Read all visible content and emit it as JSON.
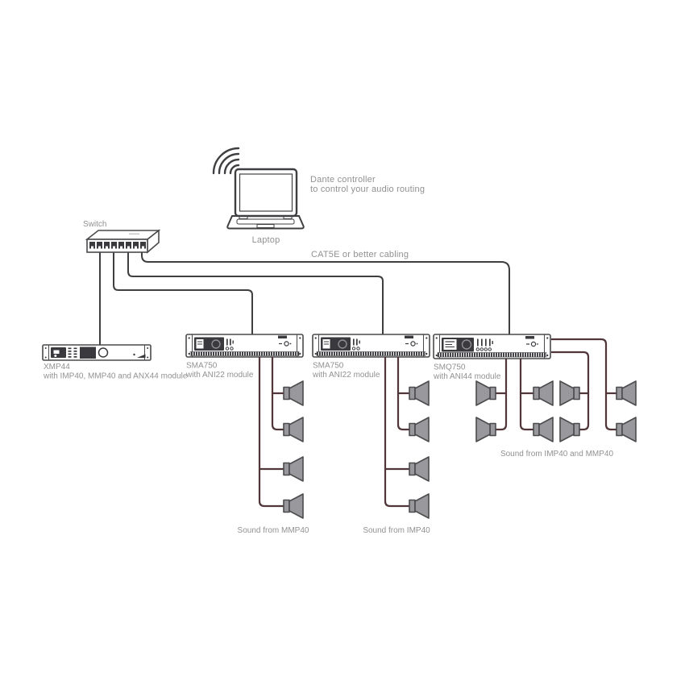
{
  "labels": {
    "switch": "Switch",
    "laptop": "Laptop",
    "controller_line1": "Dante controller",
    "controller_line2": "to control your audio routing",
    "cabling": "CAT5E or better cabling"
  },
  "devices": {
    "xmp44": {
      "name": "XMP44",
      "sub": "with IMP40, MMP40 and ANX44 module"
    },
    "sma750_left": {
      "name": "SMA750",
      "sub": "with ANI22 module"
    },
    "sma750_mid": {
      "name": "SMA750",
      "sub": "with ANI22 module"
    },
    "smq750": {
      "name": "SMQ750",
      "sub": "with ANI44 module"
    }
  },
  "speaker_groups": {
    "left": {
      "caption": "Sound from MMP40",
      "speaker_count": 4
    },
    "mid": {
      "caption": "Sound from IMP40",
      "speaker_count": 4
    },
    "right": {
      "caption": "Sound from IMP40 and MMP40",
      "speaker_count": 8
    }
  },
  "colors": {
    "network_cable": "#3f3f42",
    "speaker_cable": "#503638",
    "speaker_fill": "#98989d",
    "speaker_stroke": "#4c4c4e",
    "device_outline": "#4a4a4c",
    "label_text": "#919191"
  }
}
